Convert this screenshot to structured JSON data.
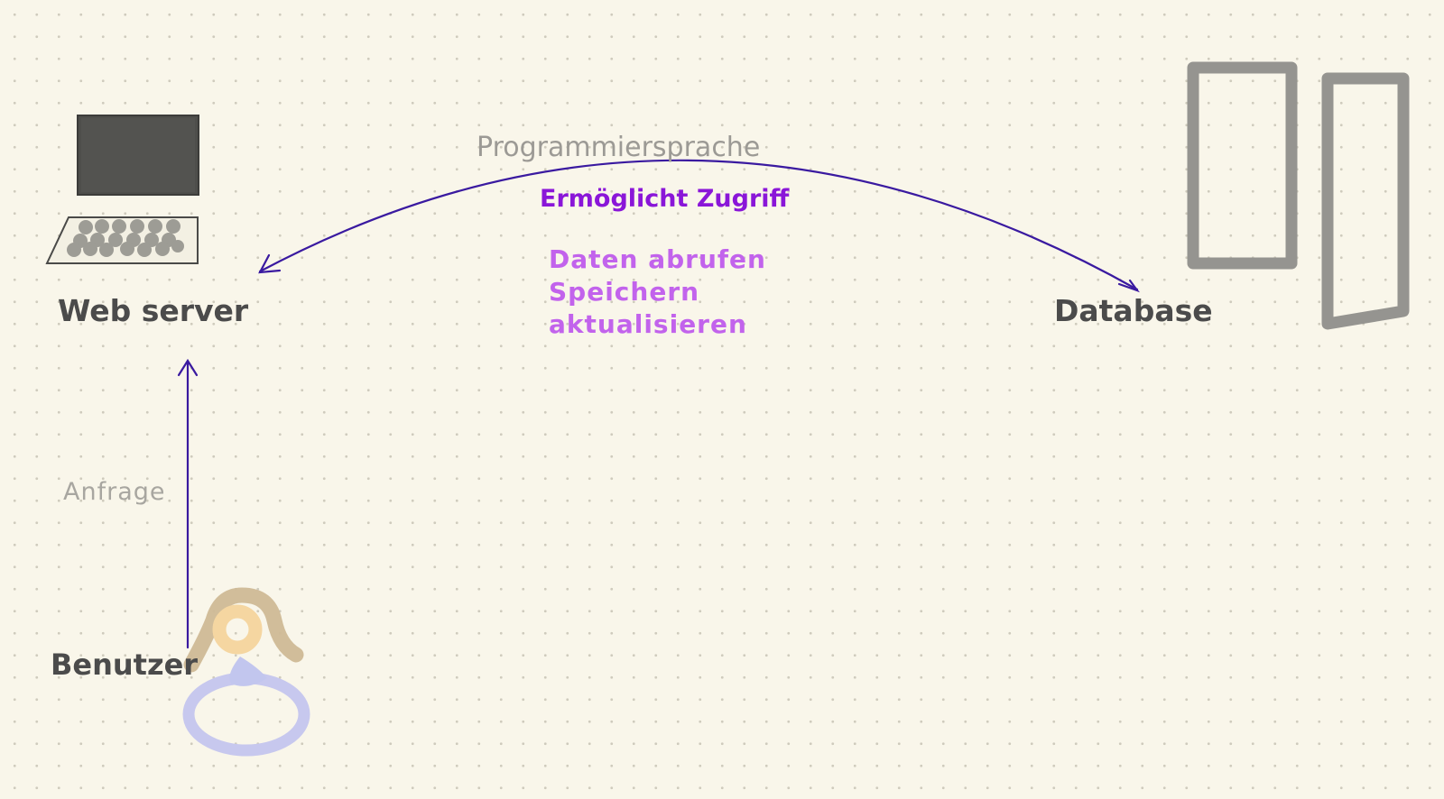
{
  "diagram": {
    "nodes": {
      "web_server": {
        "label": "Web server",
        "icon": "computer-icon"
      },
      "database": {
        "label": "Database",
        "icon": "database-icon"
      },
      "user": {
        "label": "Benutzer",
        "icon": "person-icon"
      }
    },
    "edges": {
      "request": {
        "label": "Anfrage",
        "from": "user",
        "to": "web_server"
      },
      "language": {
        "label": "Programmiersprache",
        "sublabel": "Ermöglicht Zugriff",
        "operations": [
          "Daten abrufen",
          "Speichern",
          "aktualisieren"
        ],
        "from": "web_server",
        "to": "database"
      }
    }
  },
  "colors": {
    "background": "#f9f6ea",
    "arrow": "#3a1aa0",
    "node_label": "#4b4b4b",
    "edge_label": "#9c9a95",
    "access_label": "#8a16d8",
    "operations": "#c263ec"
  }
}
